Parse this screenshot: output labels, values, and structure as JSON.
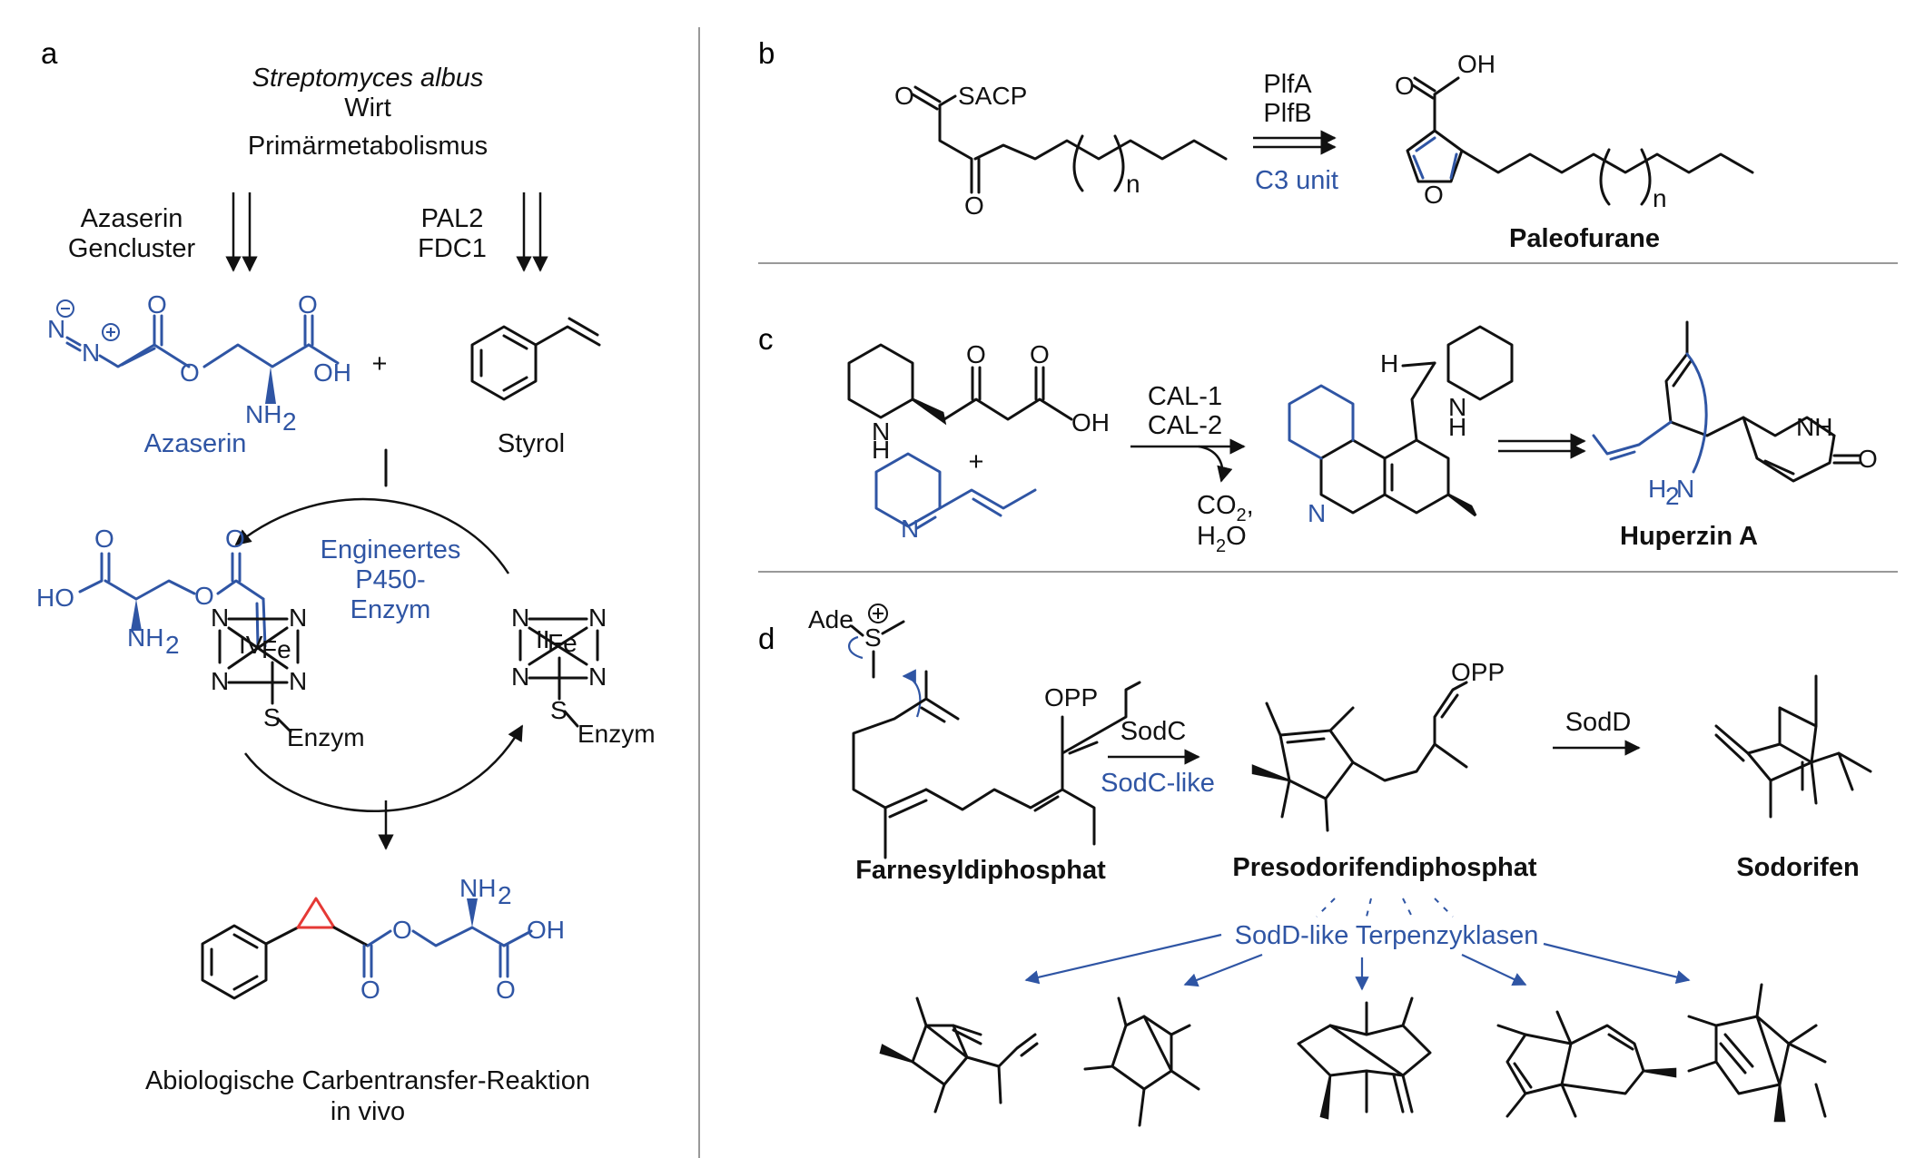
{
  "panels": {
    "a": "a",
    "b": "b",
    "c": "c",
    "d": "d"
  },
  "panel_a": {
    "organism": "Streptomyces albus",
    "host": "Wirt",
    "metabolism": "Primärmetabolismus",
    "left_step_line1": "Azaserin",
    "left_step_line2": "Gencluster",
    "right_step_line1": "PAL2",
    "right_step_line2": "FDC1",
    "plus": "+",
    "azaserine_label": "Azaserin",
    "styrene_label": "Styrol",
    "enzyme_line1": "Engineertes",
    "enzyme_line2": "P450-",
    "enzyme_line3": "Enzym",
    "fe_left": "Fe",
    "fe_left_ox": "IV",
    "fe_right": "Fe",
    "fe_right_ox": "II",
    "enzym_left": "Enzym",
    "enzym_right": "Enzym",
    "caption_line1": "Abiologische Carbentransfer-Reaktion",
    "caption_line2": "in vivo"
  },
  "panel_b": {
    "sacp": "SACP",
    "enzyme1": "PlfA",
    "enzyme2": "PlfB",
    "c3": "C3 unit",
    "n": "n",
    "product": "Paleofurane"
  },
  "panel_c": {
    "enzyme1": "CAL-1",
    "enzyme2": "CAL-2",
    "byproduct1": "CO",
    "byproduct1_sub": "2",
    "byproduct1_tail": ",",
    "byproduct2": "H",
    "byproduct2_sub": "2",
    "byproduct2_tail": "O",
    "plus": "+",
    "product": "Huperzin A"
  },
  "panel_d": {
    "ade": "Ade",
    "opp": "OPP",
    "step1a": "SodC",
    "step1b": "SodC-like",
    "step2": "SodD",
    "substrate": "Farnesyldiphosphat",
    "intermediate": "Presodorifendiphosphat",
    "product": "Sodorifen",
    "cyclases": "SodD-like Terpenzyklasen"
  },
  "colors": {
    "accent_blue": "#2f55a4",
    "cyclopropane_red": "#e53935",
    "ink": "#111111"
  }
}
